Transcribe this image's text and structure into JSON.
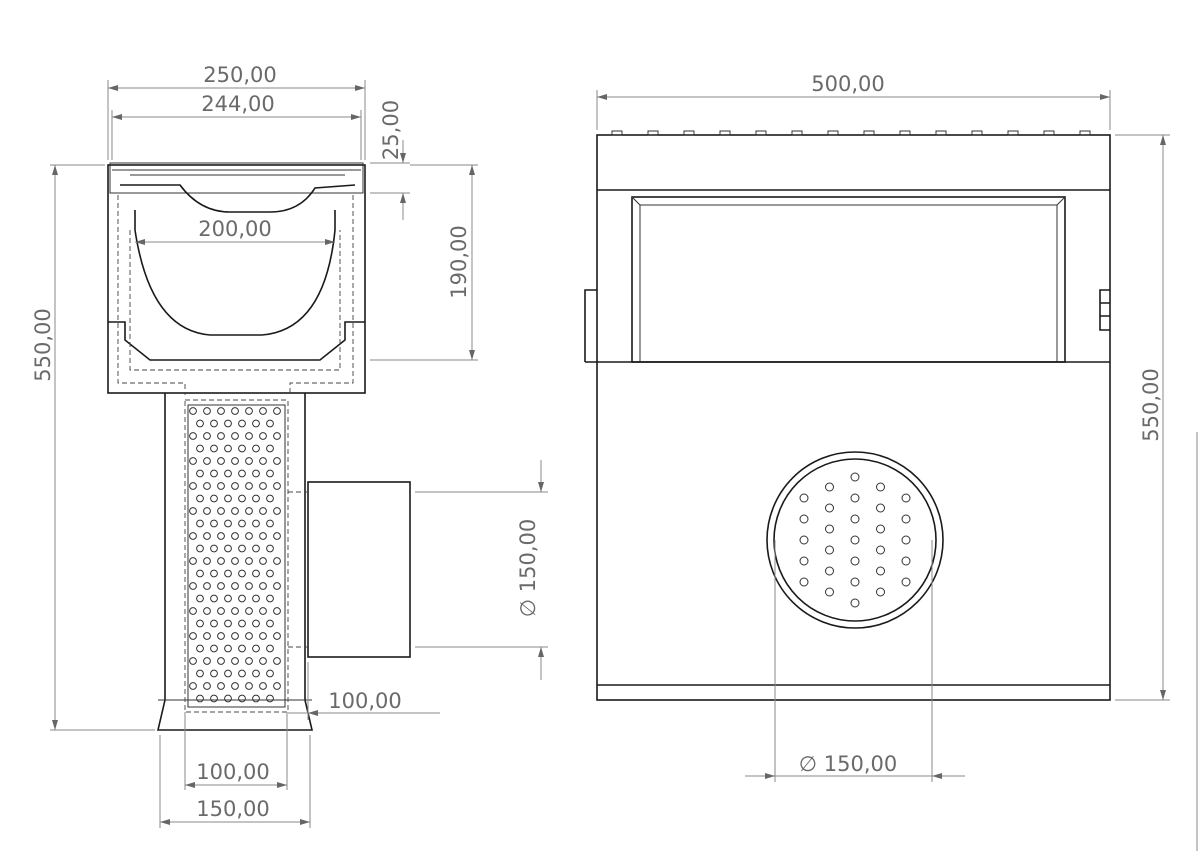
{
  "drawing": {
    "left_view": {
      "dim_outer_width": "250,00",
      "dim_inner_width": "244,00",
      "dim_grate_height": "25,00",
      "dim_channel_depth": "190,00",
      "dim_channel_width": "200,00",
      "dim_total_height": "550,00",
      "dim_outlet_diameter": "∅ 150,00",
      "dim_outlet_length": "100,00",
      "dim_basket_width": "100,00",
      "dim_pipe_width": "150,00"
    },
    "right_view": {
      "dim_width": "500,00",
      "dim_height": "550,00",
      "dim_outlet_diameter": "∅ 150,00"
    }
  }
}
